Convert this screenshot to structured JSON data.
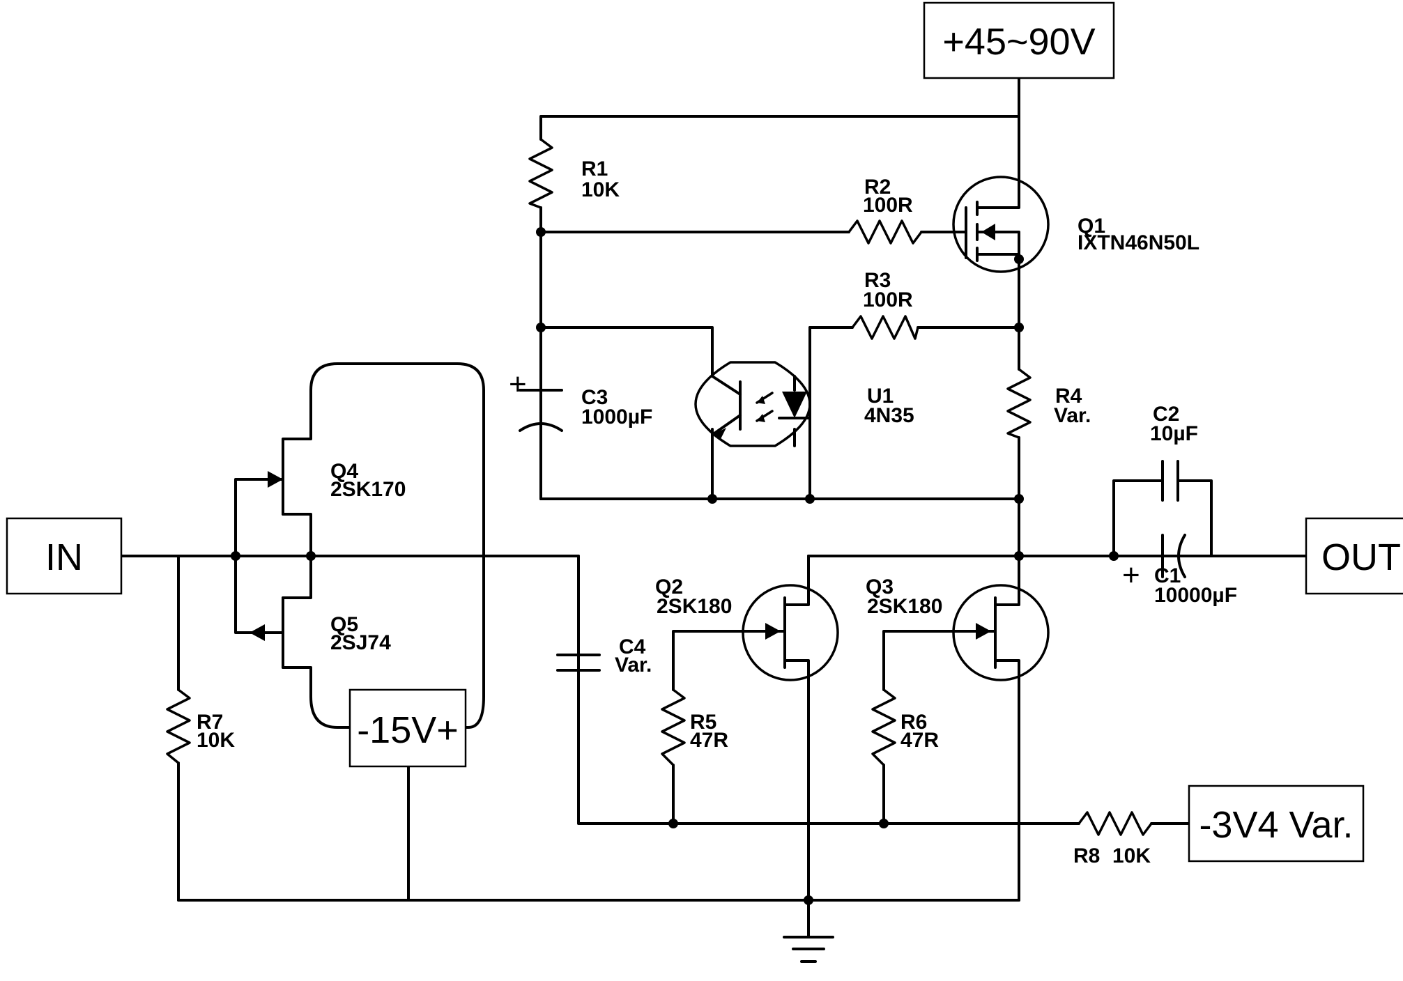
{
  "terminals": {
    "supply": "+45~90V",
    "input": "IN",
    "output": "OUT",
    "bias": "-15V+",
    "neg_bias": "-3V4 Var."
  },
  "components": {
    "R1": {
      "ref": "R1",
      "value": "10K"
    },
    "R2": {
      "ref": "R2",
      "value": "100R"
    },
    "R3": {
      "ref": "R3",
      "value": "100R"
    },
    "R4": {
      "ref": "R4",
      "value": "Var."
    },
    "R5": {
      "ref": "R5",
      "value": "47R"
    },
    "R6": {
      "ref": "R6",
      "value": "47R"
    },
    "R7": {
      "ref": "R7",
      "value": "10K"
    },
    "R8": {
      "ref": "R8",
      "value": "10K"
    },
    "C1": {
      "ref": "C1",
      "value": "10000µF"
    },
    "C2": {
      "ref": "C2",
      "value": "10µF"
    },
    "C3": {
      "ref": "C3",
      "value": "1000µF"
    },
    "C4": {
      "ref": "C4",
      "value": "Var."
    },
    "Q1": {
      "ref": "Q1",
      "value": "IXTN46N50L"
    },
    "Q2": {
      "ref": "Q2",
      "value": "2SK180"
    },
    "Q3": {
      "ref": "Q3",
      "value": "2SK180"
    },
    "Q4": {
      "ref": "Q4",
      "value": "2SK170"
    },
    "Q5": {
      "ref": "Q5",
      "value": "2SJ74"
    },
    "U1": {
      "ref": "U1",
      "value": "4N35"
    }
  },
  "polarity_marks": {
    "c3_plus": "+",
    "c1_plus": "+"
  }
}
